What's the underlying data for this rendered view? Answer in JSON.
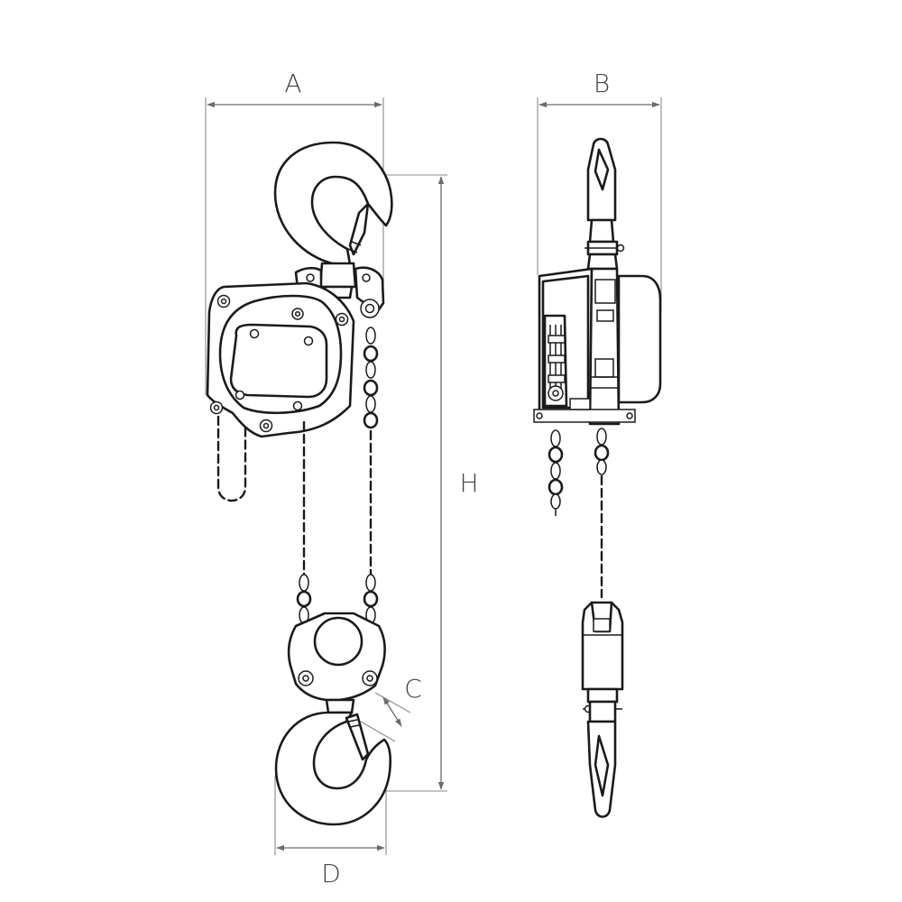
{
  "diagram": {
    "dimension_labels": {
      "a": "A",
      "b": "B",
      "c": "C",
      "d": "D",
      "h": "H"
    },
    "colors": {
      "outline": "#1b1b1b",
      "dimension": "#6a6a6a",
      "label": "#444444"
    }
  }
}
